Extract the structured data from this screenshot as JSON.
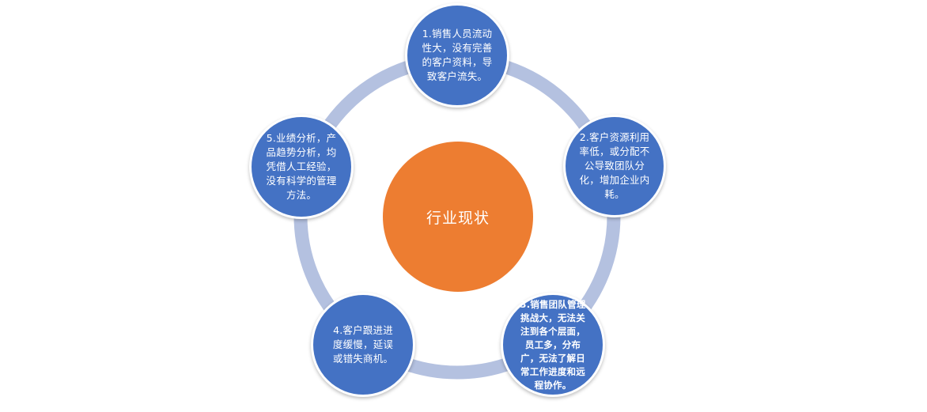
{
  "diagram": {
    "center": {
      "label": "行业现状"
    },
    "nodes": [
      {
        "id": "n1",
        "label": "1.销售人员流动性大，没有完善的客户资料，导致客户流失。"
      },
      {
        "id": "n2",
        "label": "2.客户资源利用率低，或分配不公导致团队分化，增加企业内耗。"
      },
      {
        "id": "n3",
        "label": "3.销售团队管理挑战大，无法关注到各个层面，员工多，分布广，无法了解日常工作进度和远程协作。"
      },
      {
        "id": "n4",
        "label": "4.客户跟进进度缓慢，延误或错失商机。"
      },
      {
        "id": "n5",
        "label": "5.业绩分析，产品趋势分析，均凭借人工经验，没有科学的管理方法。"
      }
    ],
    "colors": {
      "node_fill": "#4472C4",
      "node_border": "#ffffff",
      "center_fill": "#ED7D31",
      "ring": "#B4C1E0"
    }
  }
}
